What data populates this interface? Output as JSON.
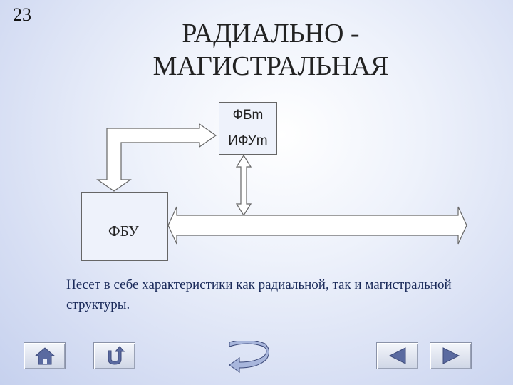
{
  "slide_number": "23",
  "title": {
    "line1": "РАДИАЛЬНО -",
    "line2": "МАГИСТРАЛЬНАЯ"
  },
  "diagram": {
    "top_box_upper": "ФБm",
    "top_box_lower": "ИФУm",
    "left_box": "ФБУ"
  },
  "description": "Несет в себе характеристики как радиальной, так и магистральной структуры.",
  "navigation": {
    "home": "home-icon",
    "back_return": "u-turn-icon",
    "return_loop": "return-arrow-icon",
    "previous": "triangle-left-icon",
    "next": "triangle-right-icon"
  },
  "colors": {
    "background": "#d5ddf3",
    "text": "#222222",
    "description_text": "#1a2a5a",
    "arrow_fill": "#ffffff",
    "arrow_stroke": "#666666",
    "nav_icon": "#5a6aa0"
  }
}
